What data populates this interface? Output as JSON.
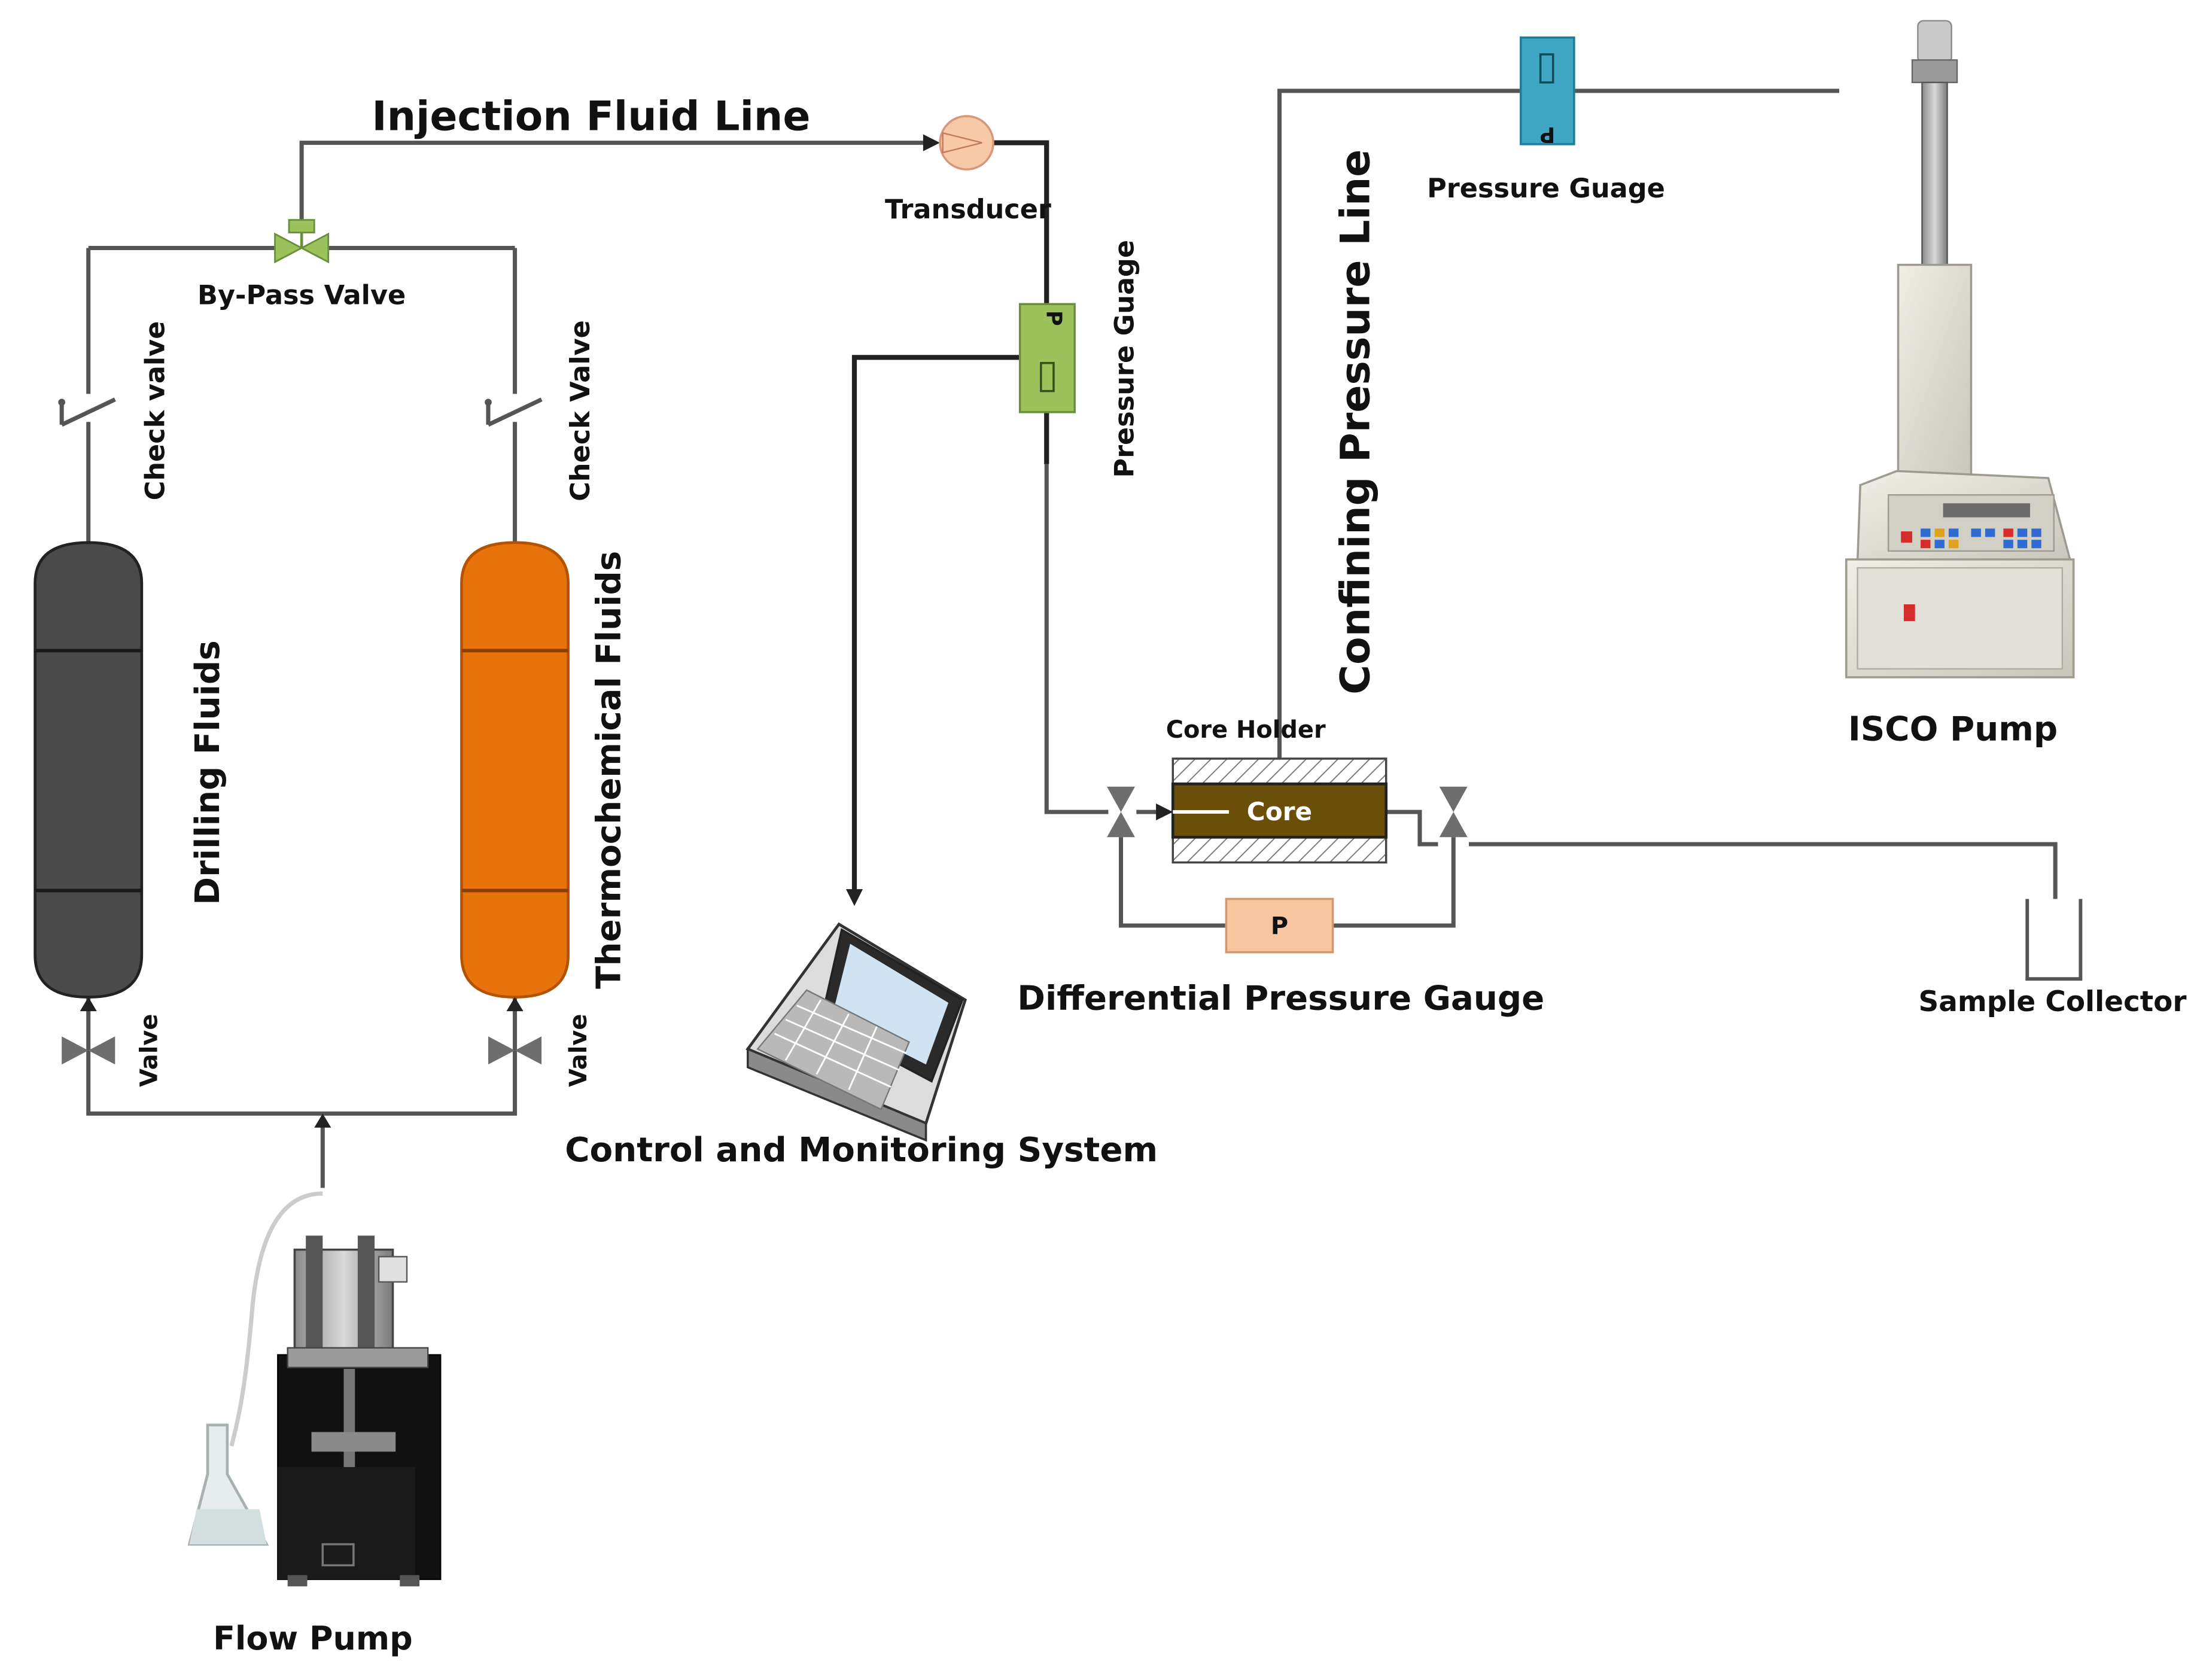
{
  "labels": {
    "injection_line": "Injection Fluid Line",
    "bypass_valve": "By-Pass Valve",
    "check_valve_left": "Check valve",
    "check_valve_right": "Check Valve",
    "drilling_fluids": "Drilling Fluids",
    "thermochemical_fluids": "Thermochemical Fluids",
    "valve_left": "Valve",
    "valve_right": "Valve",
    "flow_pump": "Flow Pump",
    "transducer": "Transducer",
    "pressure_gauge_injection": "Pressure Guage",
    "control_system": "Control and Monitoring System",
    "confining_line": "Confining Pressure Line",
    "pressure_gauge_confining": "Pressure Guage",
    "isco_pump": "ISCO Pump",
    "core_holder": "Core Holder",
    "core": "Core",
    "diff_gauge_symbol": "P",
    "differential_gauge": "Differential Pressure Gauge",
    "sample_collector": "Sample Collector",
    "gauge_symbol_injection": "P",
    "gauge_symbol_confining": "P"
  },
  "colors": {
    "drilling_tank": "#4a4a4a",
    "thermo_tank": "#e8720c",
    "valve_green": "#9bc25b",
    "gauge_green": "#9bc25b",
    "gauge_blue": "#3fa7c4",
    "transducer": "#f7c9a6",
    "core": "#6b4f08",
    "diff_gauge": "#f7c59f",
    "valve_grey": "#6e6e6e"
  }
}
